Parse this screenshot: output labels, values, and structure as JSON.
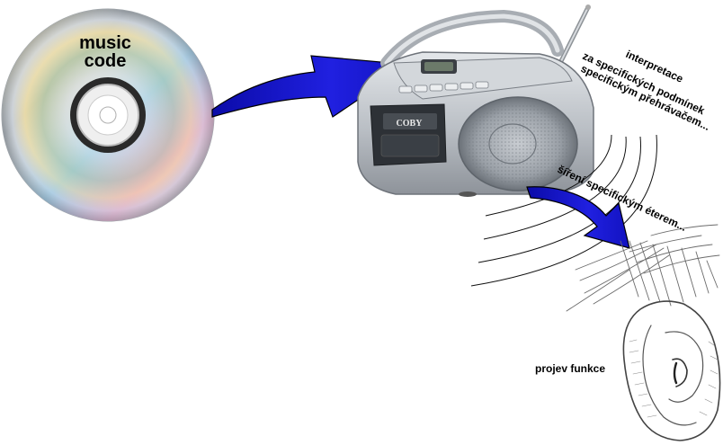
{
  "disc": {
    "line1": "music",
    "line2": "code"
  },
  "player": {
    "brand": "COBY"
  },
  "annotations": {
    "line1": "interpretace",
    "line2": "za specifických podmínek",
    "line3": "specifickým přehrávačem...",
    "line4": "šíření specifickým éterem..."
  },
  "ear": {
    "caption": "projev funkce"
  },
  "colors": {
    "arrow_fill": "#1a1adc",
    "arrow_outline": "#000000",
    "disc_silver": "#c8ccd0",
    "player_body": "#bfc3c8",
    "speaker": "#8a8f96"
  }
}
